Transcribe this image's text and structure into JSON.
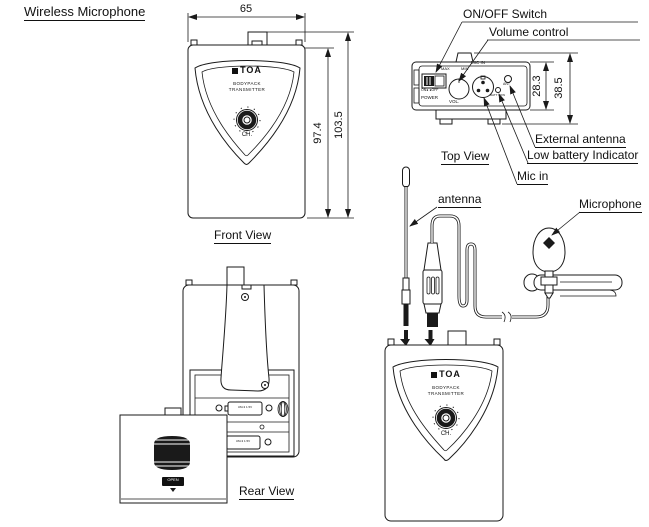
{
  "title": "Wireless Microphone",
  "device_face": {
    "brand": "TOA",
    "line1": "BODYPACK",
    "line2": "TRANSMITTER",
    "channel": "CH."
  },
  "front_view": {
    "caption": "Front View",
    "dim_width": "65",
    "dim_inner": "97.4",
    "dim_outer": "103.5"
  },
  "top_view": {
    "caption": "Top View",
    "dim_inner": "28.3",
    "dim_outer": "38.5",
    "panel": {
      "max": "MAX",
      "min": "MIN",
      "mic_in": "MIC IN",
      "vol": "VOL.",
      "power": "POWER",
      "on_off": "ON●  ●OFF",
      "batt_low": "BATT LOW",
      "ant": "ANT"
    },
    "callouts": {
      "on_off_switch": "ON/OFF Switch",
      "volume_control": "Volume control",
      "external_antenna": "External antenna",
      "low_battery": "Low battery Indicator",
      "mic_in": "Mic in"
    }
  },
  "rear_view": {
    "caption": "Rear View",
    "battery": "UM-3 1.5V",
    "open": "OPEN"
  },
  "assembly": {
    "antenna": "antenna",
    "microphone": "Microphone"
  }
}
